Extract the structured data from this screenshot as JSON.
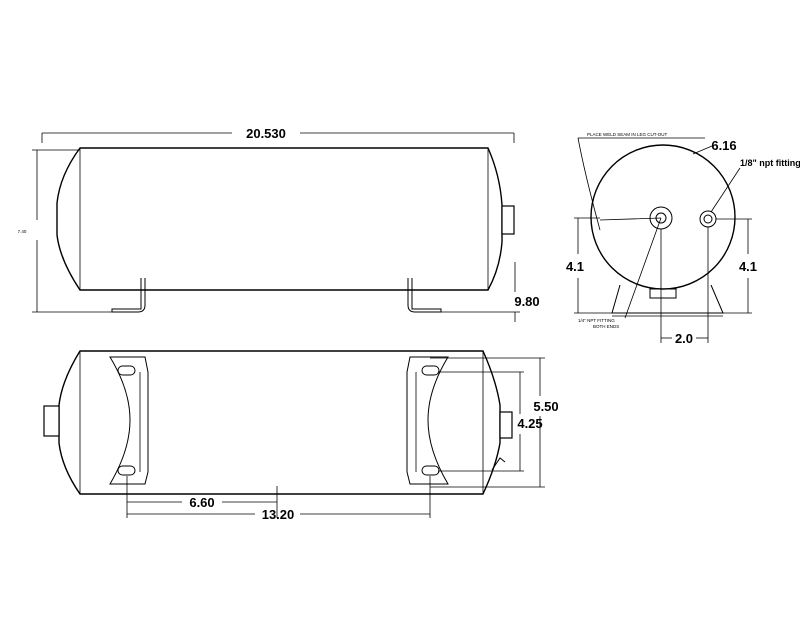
{
  "drawing": {
    "side_view": {
      "overall_length": "20.530",
      "left_height_note": "7.40",
      "bracket_offset": "9.80"
    },
    "end_view": {
      "diameter": "6.16",
      "fitting_label": "1/8\" npt fitting",
      "weld_note": "PLACE WELD SEAM IN LEG CUT-OUT",
      "port_note_line1": "1/4\" NPT FITTING",
      "port_note_line2": "BOTH ENDS",
      "left_height": "4.1",
      "right_height": "4.1",
      "port_spacing": "2.0"
    },
    "top_view": {
      "slot_outer": "5.50",
      "slot_inner": "4.25",
      "half_span": "6.60",
      "full_span": "13.20"
    }
  }
}
